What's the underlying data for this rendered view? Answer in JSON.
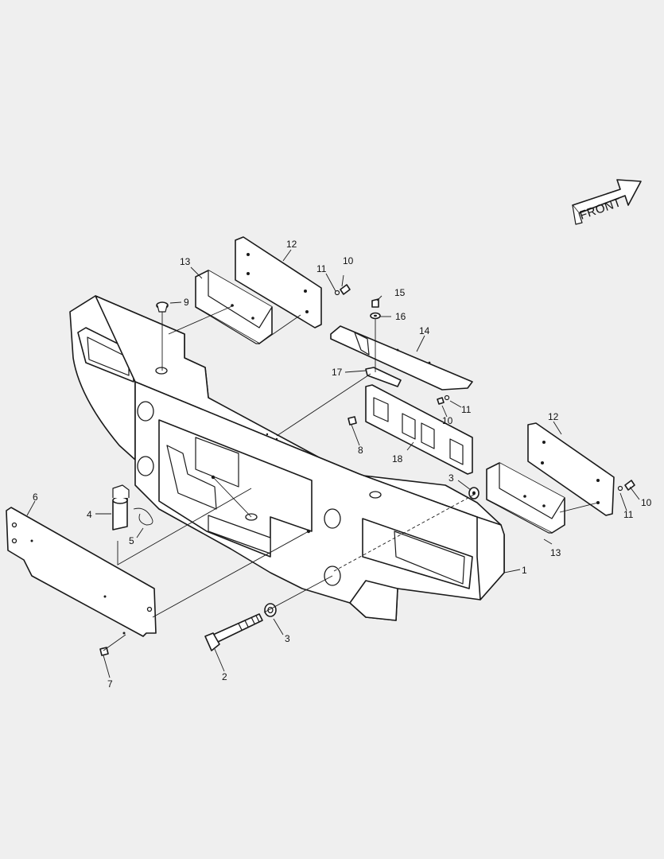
{
  "front_label": "FRONT",
  "callouts": [
    {
      "id": "c1",
      "text": "1"
    },
    {
      "id": "c2",
      "text": "2"
    },
    {
      "id": "c3a",
      "text": "3"
    },
    {
      "id": "c3b",
      "text": "3"
    },
    {
      "id": "c4",
      "text": "4"
    },
    {
      "id": "c5",
      "text": "5"
    },
    {
      "id": "c6",
      "text": "6"
    },
    {
      "id": "c7",
      "text": "7"
    },
    {
      "id": "c8",
      "text": "8"
    },
    {
      "id": "c9",
      "text": "9"
    },
    {
      "id": "c10a",
      "text": "10"
    },
    {
      "id": "c10b",
      "text": "10"
    },
    {
      "id": "c10c",
      "text": "10"
    },
    {
      "id": "c11a",
      "text": "11"
    },
    {
      "id": "c11b",
      "text": "11"
    },
    {
      "id": "c11c",
      "text": "11"
    },
    {
      "id": "c12a",
      "text": "12"
    },
    {
      "id": "c12b",
      "text": "12"
    },
    {
      "id": "c13a",
      "text": "13"
    },
    {
      "id": "c13b",
      "text": "13"
    },
    {
      "id": "c14",
      "text": "14"
    },
    {
      "id": "c15",
      "text": "15"
    },
    {
      "id": "c16",
      "text": "16"
    },
    {
      "id": "c17",
      "text": "17"
    },
    {
      "id": "c18",
      "text": "18"
    }
  ]
}
